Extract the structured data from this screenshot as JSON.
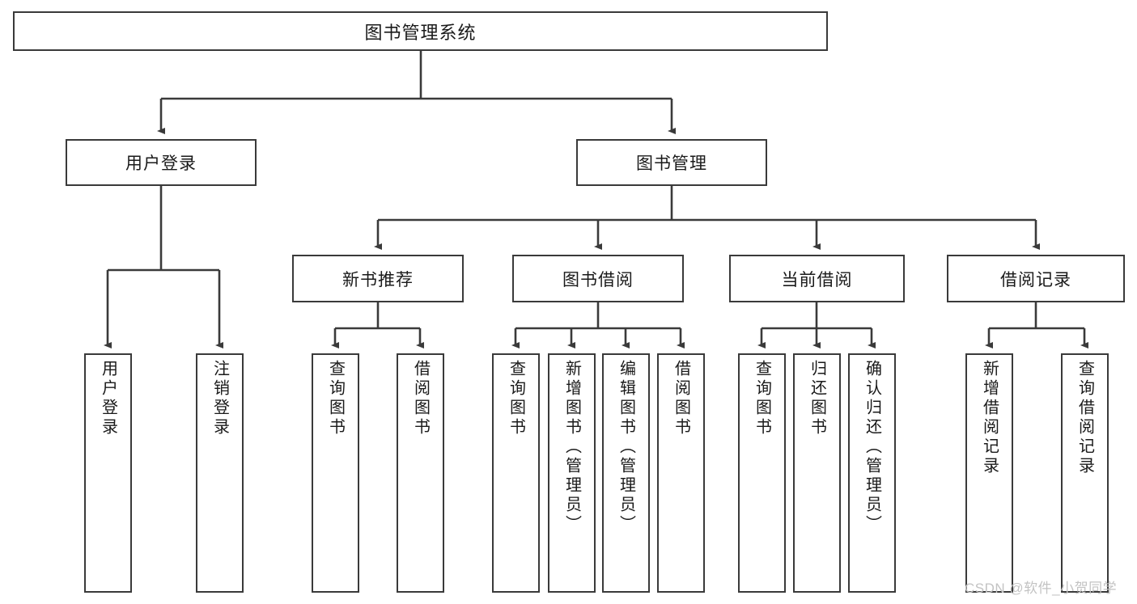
{
  "diagram": {
    "type": "tree",
    "title": "图书管理系统",
    "root": {
      "label": "图书管理系统"
    },
    "level2": [
      {
        "label": "用户登录"
      },
      {
        "label": "图书管理"
      }
    ],
    "level3": [
      {
        "label": "新书推荐"
      },
      {
        "label": "图书借阅"
      },
      {
        "label": "当前借阅"
      },
      {
        "label": "借阅记录"
      }
    ],
    "leaves": {
      "user_login": [
        {
          "label": "用户登录"
        },
        {
          "label": "注销登录"
        }
      ],
      "new_book_recommend": [
        {
          "label": "查询图书"
        },
        {
          "label": "借阅图书"
        }
      ],
      "book_borrow": [
        {
          "label": "查询图书"
        },
        {
          "label": "新增图书（管理员）"
        },
        {
          "label": "编辑图书（管理员）"
        },
        {
          "label": "借阅图书"
        }
      ],
      "current_borrow": [
        {
          "label": "查询图书"
        },
        {
          "label": "归还图书"
        },
        {
          "label": "确认归还（管理员）"
        }
      ],
      "borrow_record": [
        {
          "label": "新增借阅记录"
        },
        {
          "label": "查询借阅记录"
        }
      ]
    }
  },
  "watermark": {
    "text": "CSDN @软件_小贺同学"
  },
  "colors": {
    "stroke": "#3a3a3a",
    "text": "#1a1a1a",
    "background": "#ffffff",
    "watermark": "#c3c3c3"
  }
}
